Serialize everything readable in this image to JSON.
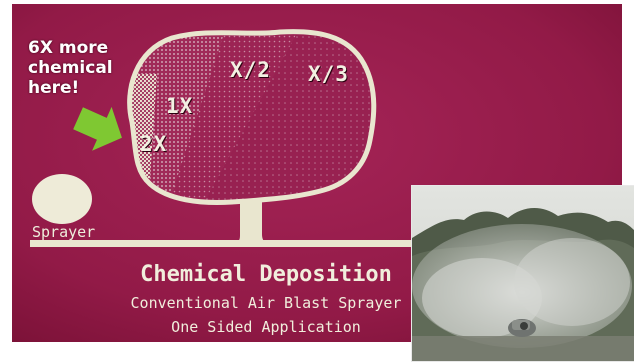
{
  "callout": {
    "lines": [
      "6X more",
      "chemical",
      "here!"
    ]
  },
  "zones": {
    "left_outer": "2X",
    "left_inner": "1X",
    "center": "X/2",
    "right": "X/3"
  },
  "sprayer": {
    "label": "Sprayer"
  },
  "caption": {
    "title": "Chemical Deposition",
    "line1": "Conventional Air Blast Sprayer",
    "line2": "One Sided Application"
  },
  "colors": {
    "slide_background": "#9a1d4c",
    "drawing": "#e9e6cf",
    "arrow": "#7fc832"
  }
}
